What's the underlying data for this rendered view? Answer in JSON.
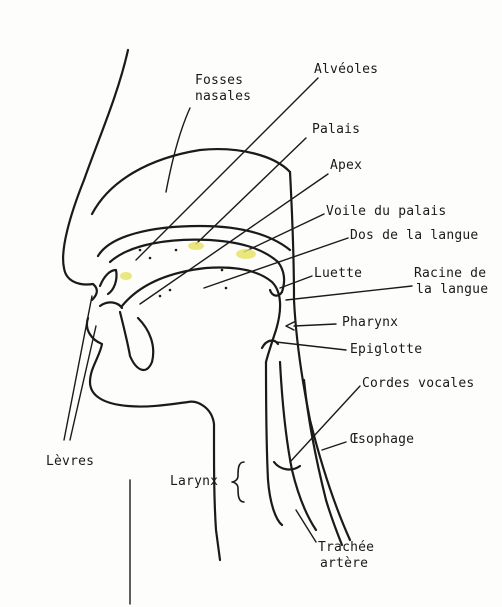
{
  "diagram": {
    "labels": {
      "fosses_nasales": [
        "Fosses",
        "nasales"
      ],
      "alveoles": "Alvéoles",
      "palais": "Palais",
      "apex": "Apex",
      "voile_du_palais": "Voile du palais",
      "dos_de_la_langue": "Dos de la langue",
      "luette": "Luette",
      "racine_de_la_langue": [
        "Racine de",
        "la langue"
      ],
      "pharynx": "Pharynx",
      "epiglotte": "Epiglotte",
      "cordes_vocales": "Cordes vocales",
      "oesophage": "Œsophage",
      "levres": "Lèvres",
      "larynx": "Larynx",
      "trachee_artere": [
        "Trachée",
        "artère"
      ]
    },
    "colors": {
      "ink": "#1a1a1a",
      "highlight": "#e8e46a"
    }
  }
}
